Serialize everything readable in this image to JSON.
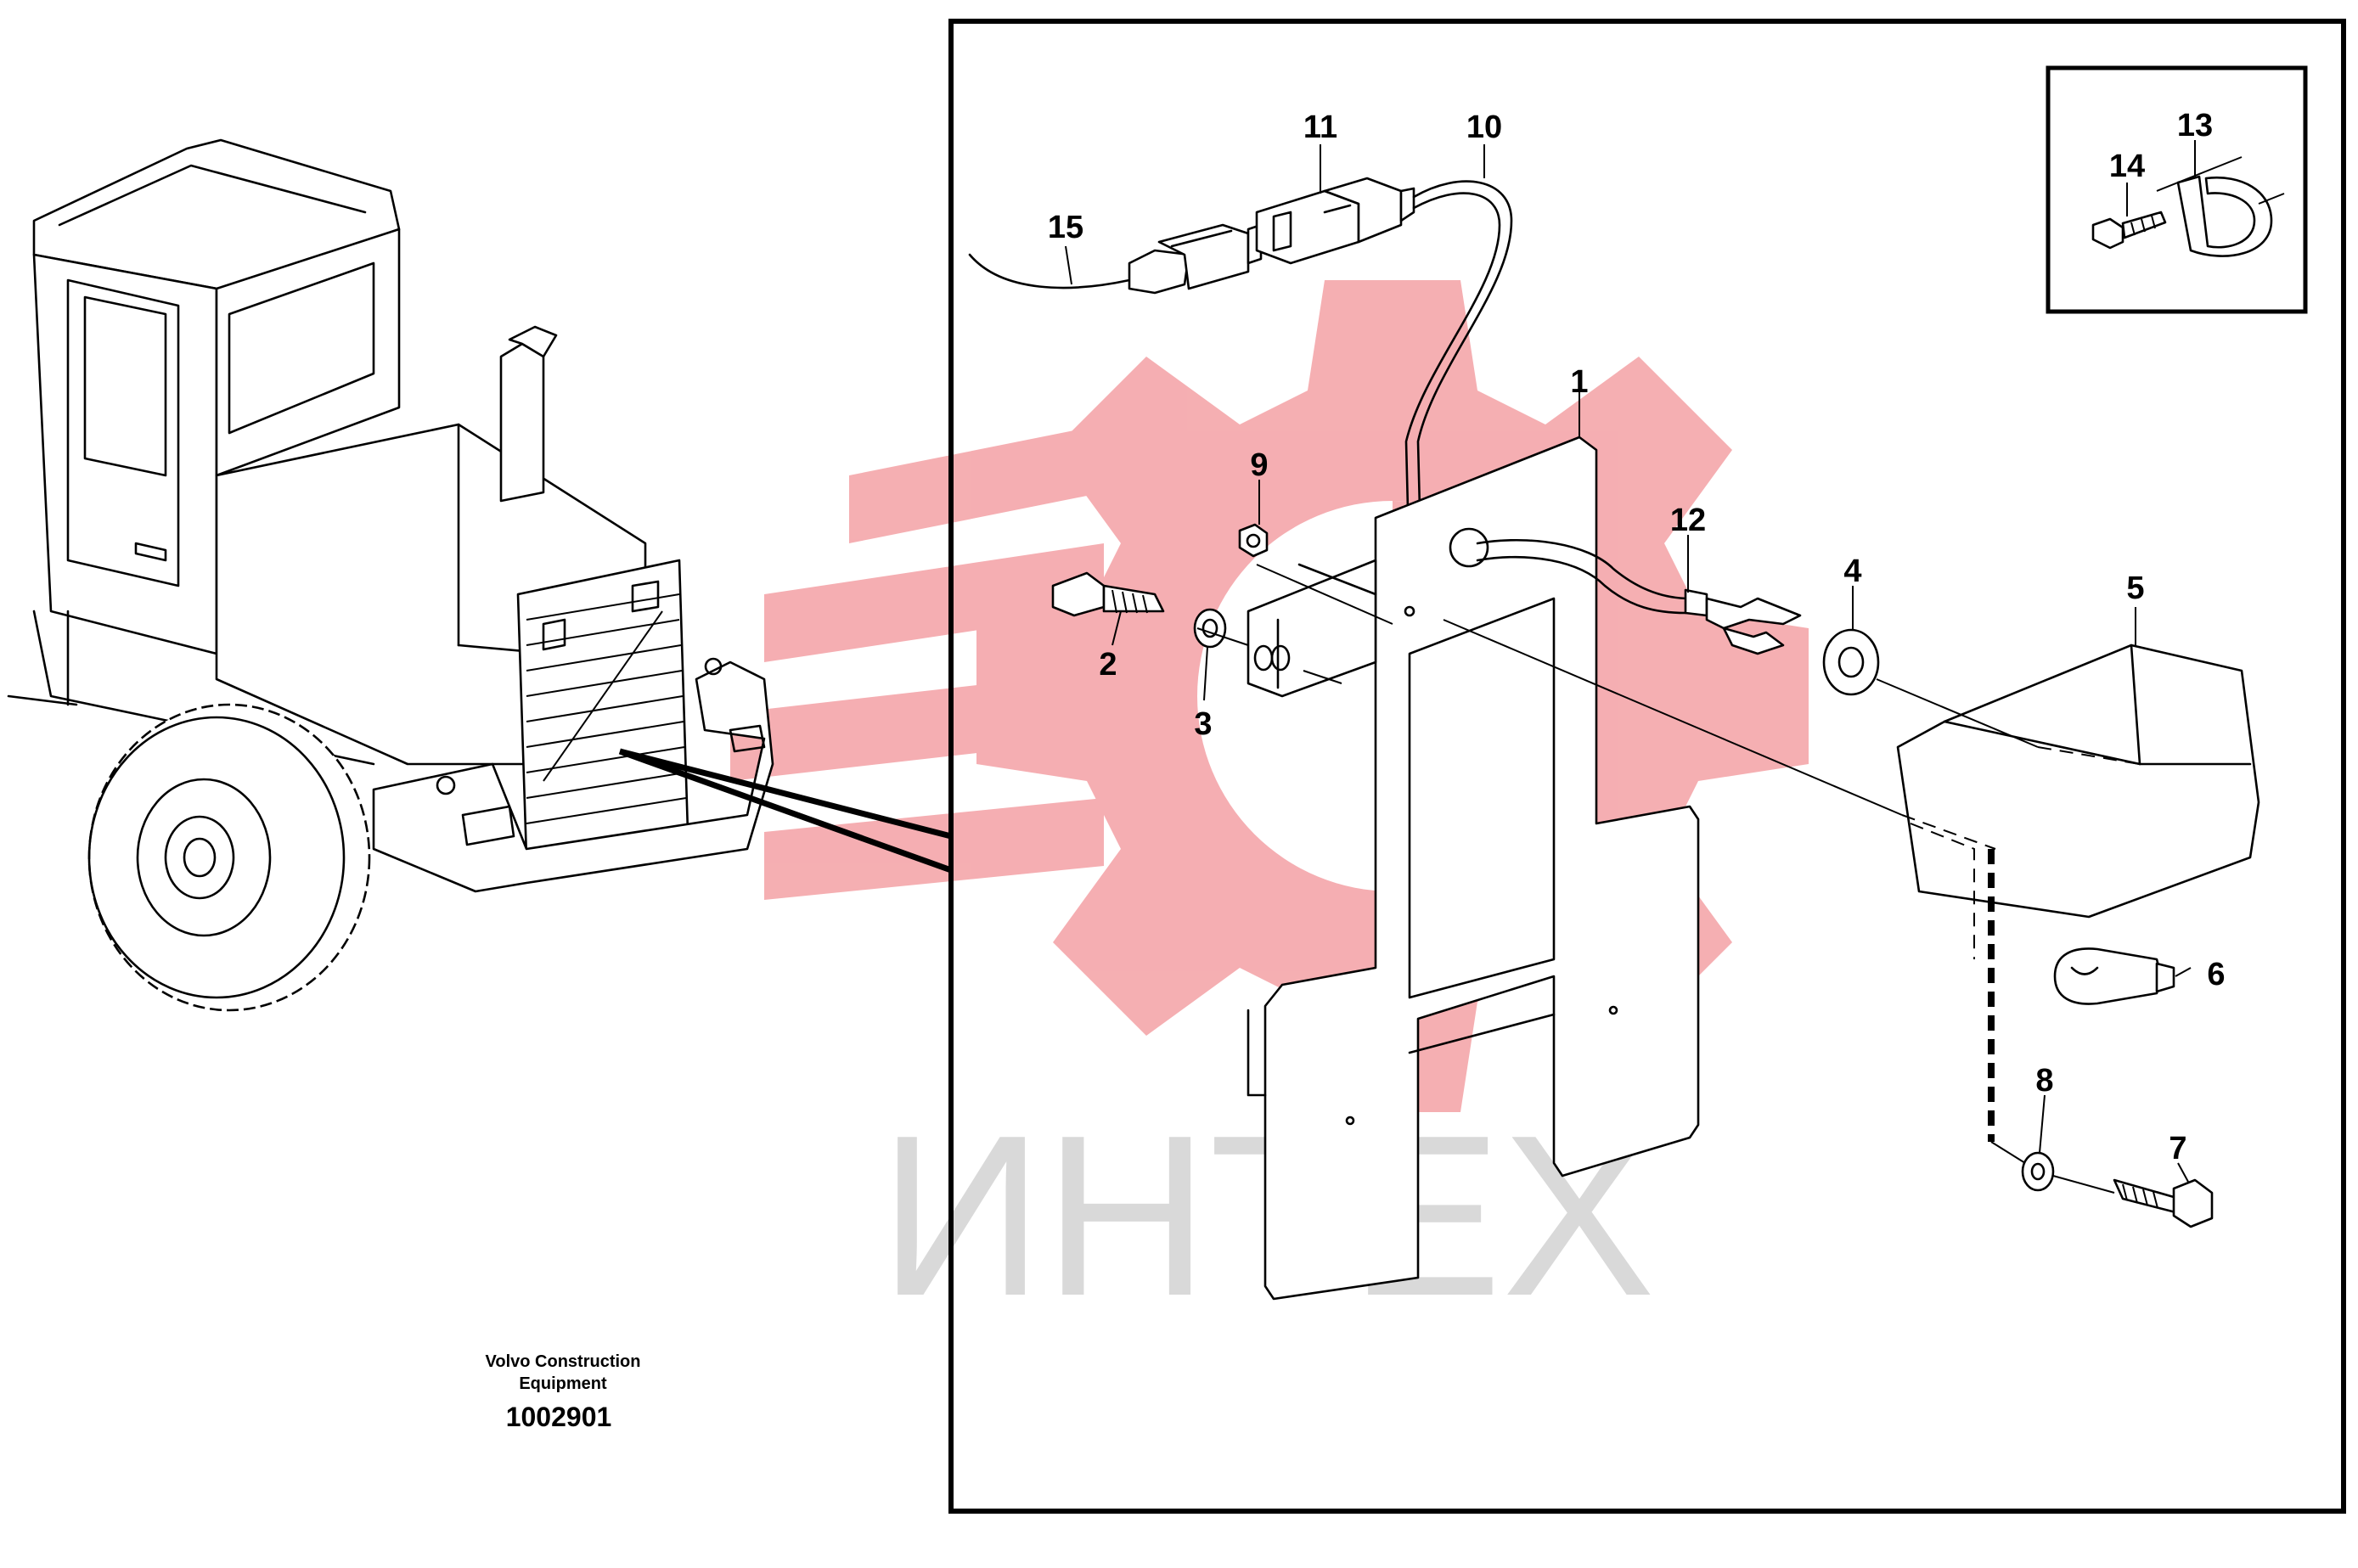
{
  "watermark": {
    "text": "ИНТЕХ",
    "logo_color": "#f4a6aa",
    "text_color": "#d9d9d9"
  },
  "caption": {
    "line1": "Volvo Construction",
    "line2": "Equipment",
    "number": "1002901"
  },
  "callouts": [
    "1",
    "2",
    "3",
    "4",
    "5",
    "6",
    "7",
    "8",
    "9",
    "10",
    "11",
    "12",
    "13",
    "14",
    "15"
  ],
  "colors": {
    "line": "#000000",
    "background": "#ffffff"
  }
}
